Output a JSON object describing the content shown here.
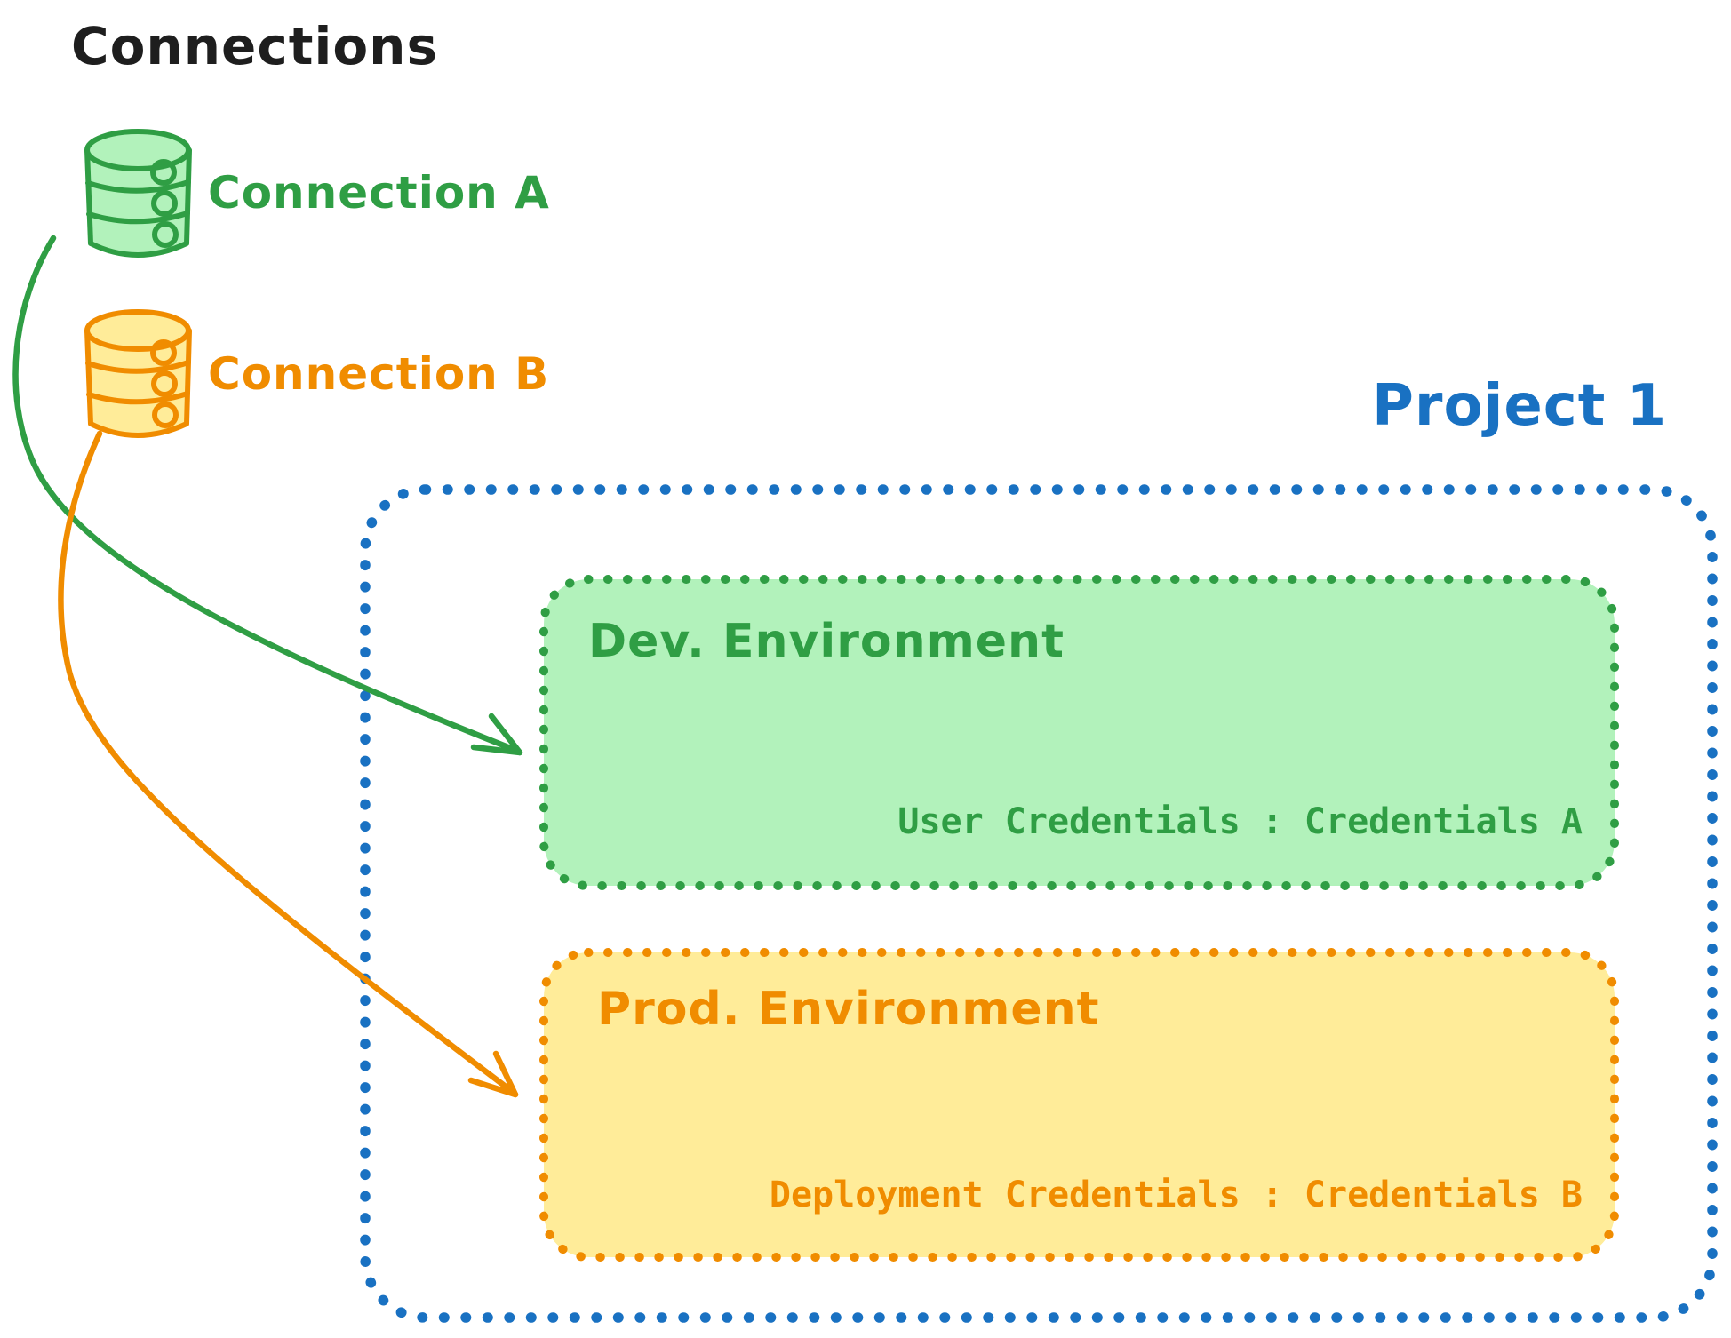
{
  "title": "Connections",
  "colors": {
    "ink": "#1e1e1e",
    "green_stroke": "#2f9e44",
    "green_fill": "#b2f2bb",
    "orange_stroke": "#f08c00",
    "orange_fill": "#ffec99",
    "blue_stroke": "#1971c2",
    "background": "#ffffff"
  },
  "connections": [
    {
      "label": "Connection A",
      "color": "#2f9e44",
      "icon": "database-icon"
    },
    {
      "label": "Connection B",
      "color": "#f08c00",
      "icon": "database-icon"
    }
  ],
  "project": {
    "label": "Project 1",
    "environments": [
      {
        "name": "Dev. Environment",
        "credentials": "User Credentials : Credentials A",
        "color": "#2f9e44",
        "linked_connection": "Connection A"
      },
      {
        "name": "Prod. Environment",
        "credentials": "Deployment Credentials : Credentials B",
        "color": "#f08c00",
        "linked_connection": "Connection B"
      }
    ]
  }
}
